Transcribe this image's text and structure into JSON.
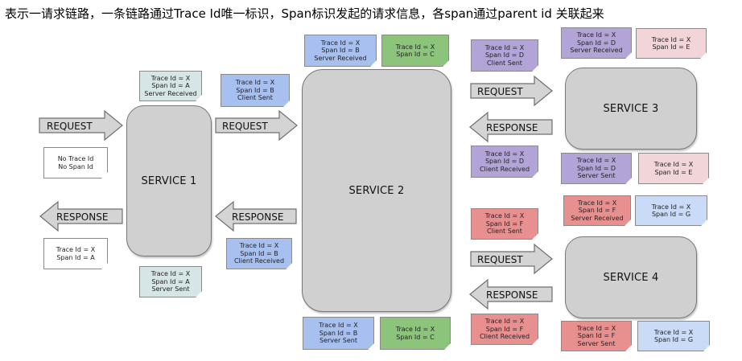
{
  "caption": "表示一请求链路，一条链路通过Trace Id唯一标识，Span标识发起的请求信息，各span通过parent id 关联起来",
  "colors": {
    "white": "#ffffff",
    "teal": "#d6e5e5",
    "blue": "#a7c0f0",
    "green": "#8cc47c",
    "purple": "#b2a4d6",
    "pink": "#f1d5d8",
    "red": "#e89090",
    "lightblue": "#c9dbf6"
  },
  "services": {
    "s1": "SERVICE 1",
    "s2": "SERVICE 2",
    "s3": "SERVICE 3",
    "s4": "SERVICE 4"
  },
  "arrows": {
    "request": "REQUEST",
    "response": "RESPONSE"
  },
  "notes": {
    "n1": {
      "l1": "No Trace Id",
      "l2": "No Span Id"
    },
    "n2": {
      "l1": "Trace Id = X",
      "l2": "Span Id = A"
    },
    "n3": {
      "l1": "Trace Id = X",
      "l2": "Span Id = A",
      "l3": "Server Received"
    },
    "n4": {
      "l1": "Trace Id = X",
      "l2": "Span Id = A",
      "l3": "Server Sent"
    },
    "n5": {
      "l1": "Trace Id = X",
      "l2": "Span Id = B",
      "l3": "Client Sent"
    },
    "n6": {
      "l1": "Trace Id = X",
      "l2": "Span Id = B",
      "l3": "Client Received"
    },
    "n7": {
      "l1": "Trace Id = X",
      "l2": "Span Id = B",
      "l3": "Server Received"
    },
    "n8": {
      "l1": "Trace Id = X",
      "l2": "Span Id = C"
    },
    "n9": {
      "l1": "Trace Id = X",
      "l2": "Span Id = B",
      "l3": "Server Sent"
    },
    "n10": {
      "l1": "Trace Id = X",
      "l2": "Span Id = C"
    },
    "n11": {
      "l1": "Trace Id = X",
      "l2": "Span Id = D",
      "l3": "Client Sent"
    },
    "n12": {
      "l1": "Trace Id = X",
      "l2": "Span Id = D",
      "l3": "Client Received"
    },
    "n13": {
      "l1": "Trace Id = X",
      "l2": "Span Id = D",
      "l3": "Server Received"
    },
    "n14": {
      "l1": "Trace Id = X",
      "l2": "Span Id = E"
    },
    "n15": {
      "l1": "Trace Id = X",
      "l2": "Span Id = D",
      "l3": "Server Sent"
    },
    "n16": {
      "l1": "Trace Id = X",
      "l2": "Span Id = E"
    },
    "n17": {
      "l1": "Trace Id = X",
      "l2": "Span Id = F",
      "l3": "Client Sent"
    },
    "n18": {
      "l1": "Trace Id = X",
      "l2": "Span Id = F",
      "l3": "Client Received"
    },
    "n19": {
      "l1": "Trace Id = X",
      "l2": "Span Id = F",
      "l3": "Server Received"
    },
    "n20": {
      "l1": "Trace Id = X",
      "l2": "Span Id = G"
    },
    "n21": {
      "l1": "Trace Id = X",
      "l2": "Span Id = F",
      "l3": "Server Sent"
    },
    "n22": {
      "l1": "Trace Id = X",
      "l2": "Span Id = G"
    }
  }
}
